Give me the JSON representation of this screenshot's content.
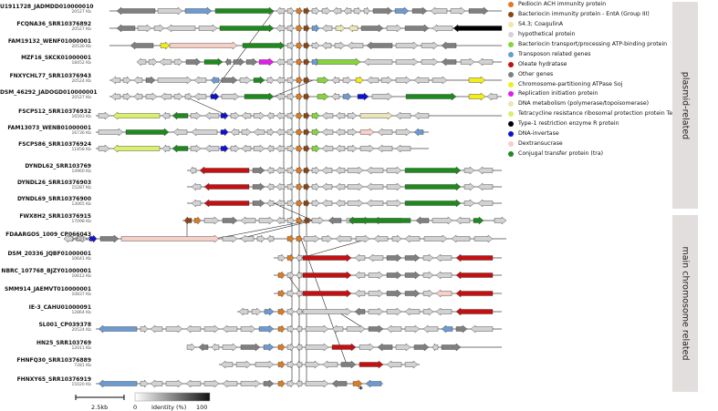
{
  "rows": [
    {
      "name": "U1911728_JADMDD010000010",
      "size": "20527 Kb"
    },
    {
      "name": "FCQNA36_SRR10376892",
      "size": "20527 Kb"
    },
    {
      "name": "FAM19132_WENF01000001",
      "size": "20530 Kb"
    },
    {
      "name": "MZF16_SKCK01000001",
      "size": "18452 Kb"
    },
    {
      "name": "FNXYCHL77_SRR10376943",
      "size": "20524 Kb"
    },
    {
      "name": "DSM_46292_JADOGD010000001",
      "size": "20527 Kb"
    },
    {
      "name": "FSCPS12_SRR10376932",
      "size": "16593 Kb"
    },
    {
      "name": "FAM13073_WENB01000001",
      "size": "16736 Kb"
    },
    {
      "name": "FSCPS86_SRR10376924",
      "size": "11858 Kb"
    },
    {
      "name": "DYNDL62_SRR103769",
      "size": "14960 Kb"
    },
    {
      "name": "DYNDL26_SRR10376903",
      "size": "15287 Kb"
    },
    {
      "name": "DYNDL69_SRR10376900",
      "size": "13065 Kb"
    },
    {
      "name": "FWX8H2_SRR10376915",
      "size": "17098 Kb"
    },
    {
      "name": "FDAARGOS_1009_CP066043",
      "size": "20527 Kb"
    },
    {
      "name": "DSM_20336_JQBF01000001",
      "size": "10641 Kb"
    },
    {
      "name": "NBRC_107768_BJZY01000001",
      "size": "10612 Kb"
    },
    {
      "name": "SMM914_JAEMVT010000001",
      "size": "10837 Kb"
    },
    {
      "name": "IE-3_CAHU01000091",
      "size": "12864 Kb"
    },
    {
      "name": "SL001_CP039378",
      "size": "20524 Kb"
    },
    {
      "name": "HN25_SRR103769",
      "size": "12011 Kb"
    },
    {
      "name": "FHNFQ30_SRR10376889",
      "size": "7281 Kb"
    },
    {
      "name": "FHNXY65_SRR10376919",
      "size": "15020 Kb"
    }
  ],
  "legend": [
    {
      "label": "Pediocin ACH immunity protein",
      "color": "#e07b1f"
    },
    {
      "label": "Bacteriocin immunity protein - EntA (Group III)",
      "color": "#8b4513"
    },
    {
      "label": "S4.3; CoagulinA",
      "color": "#f3e6a6"
    },
    {
      "label": "hypothetical protein",
      "color": "#d2d2d2"
    },
    {
      "label": "Bacteriocin transport/processing ATP-binding protein",
      "color": "#85d43a"
    },
    {
      "label": "Transposon related genes",
      "color": "#6c9bd2"
    },
    {
      "label": "Oleate hydratase",
      "color": "#c41010"
    },
    {
      "label": "Other genes",
      "color": "#808080"
    },
    {
      "label": "Chromosome-partitioning ATPase Soj",
      "color": "#f2ee1a"
    },
    {
      "label": "Replication initiation protein",
      "color": "#e21ee8"
    },
    {
      "label": "DNA metabolism (polymerase/topoisomerase)",
      "color": "#eae6b8"
    },
    {
      "label": "Tetracycline resistance ribosomal protection protein Tet(M)",
      "color": "#d9f06c"
    },
    {
      "label": "Type-1 restriction enzyme R protein",
      "color": "#000000"
    },
    {
      "label": "DNA-invertase",
      "color": "#1010d0"
    },
    {
      "label": "Dextransucrase",
      "color": "#f6cfc6"
    },
    {
      "label": "Conjugal transfer protein (tra)",
      "color": "#1e8a1e"
    }
  ],
  "groups": {
    "plasmid": "plasmid-related",
    "chromosome": "main chromosome related"
  },
  "scale": {
    "length_label": "2.5kb",
    "identity_min": "0",
    "identity_label": "Identity (%)",
    "identity_max": "100"
  },
  "annotation": {
    "star": "*"
  }
}
